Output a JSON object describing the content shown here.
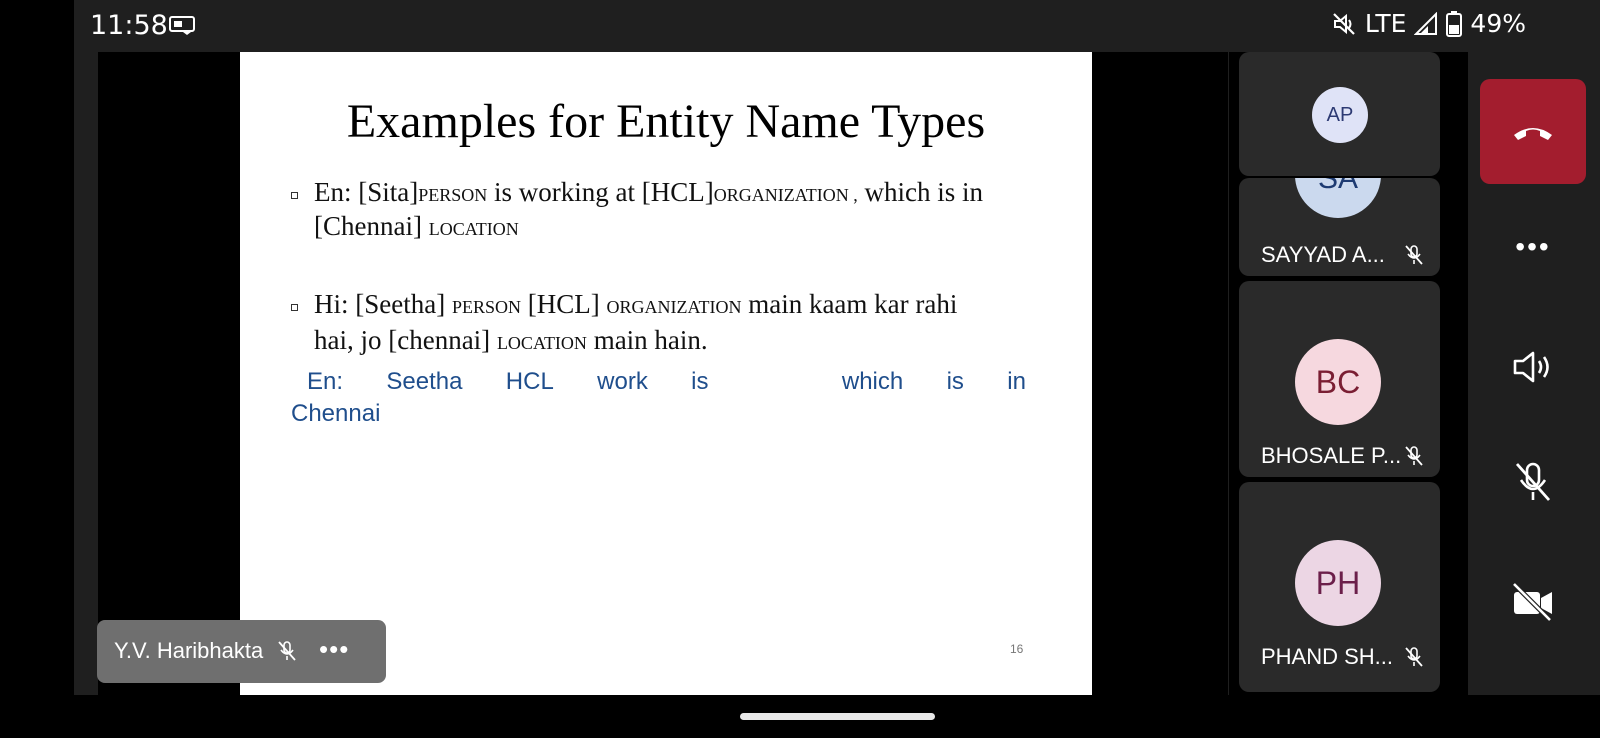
{
  "status_bar": {
    "time": "11:58",
    "network": "LTE",
    "battery": "49%",
    "icons": [
      "screencast-icon",
      "mute-icon",
      "signal-icon",
      "battery-icon"
    ]
  },
  "slide": {
    "title": "Examples for Entity Name Types",
    "bullets": [
      {
        "l1_a": "En: [Sita]",
        "l1_sub1": "PERSON",
        "l1_b": " is working at [HCL]",
        "l1_sub2": "ORGANIZATION ,",
        "l1_c": " which is in",
        "l2_a": "[Chennai] ",
        "l2_sub": "LOCATION"
      },
      {
        "l1_a": "Hi: [Seetha] ",
        "l1_sub1": "PERSON",
        "l1_b": "  [HCL] ",
        "l1_sub2": "ORGANIZATION",
        "l1_c": "   main kaam kar rahi",
        "l2_a": "hai, jo [chennai] ",
        "l2_sub": "LOCATION",
        "l2_b": " main hain."
      }
    ],
    "note": {
      "words": [
        "En:",
        "Seetha",
        "HCL",
        "work",
        "is",
        "which",
        "is",
        "in"
      ],
      "line2": "Chennai"
    },
    "page_number": "16"
  },
  "speaker": {
    "name": "Y.V. Haribhakta",
    "more": "•••"
  },
  "participants": [
    {
      "initials": "AP",
      "avatar_bg": "#dfe3f7",
      "avatar_fg": "#2d3a73"
    },
    {
      "initials": "SA",
      "name": "SAYYAD A...",
      "avatar_bg": "#cbd9ee",
      "avatar_fg": "#1e3b72"
    },
    {
      "initials": "BC",
      "name": "BHOSALE P...",
      "avatar_bg": "#f6d8df",
      "avatar_fg": "#7a1e33"
    },
    {
      "initials": "PH",
      "name": "PHAND SH...",
      "avatar_bg": "#ecd6e4",
      "avatar_fg": "#6b1f4a"
    }
  ],
  "controls": {
    "more": "•••",
    "end_call_color": "#a31d2e",
    "icons": [
      "end-call-icon",
      "more-icon",
      "speaker-icon",
      "mic-off-icon",
      "camera-off-icon"
    ]
  }
}
